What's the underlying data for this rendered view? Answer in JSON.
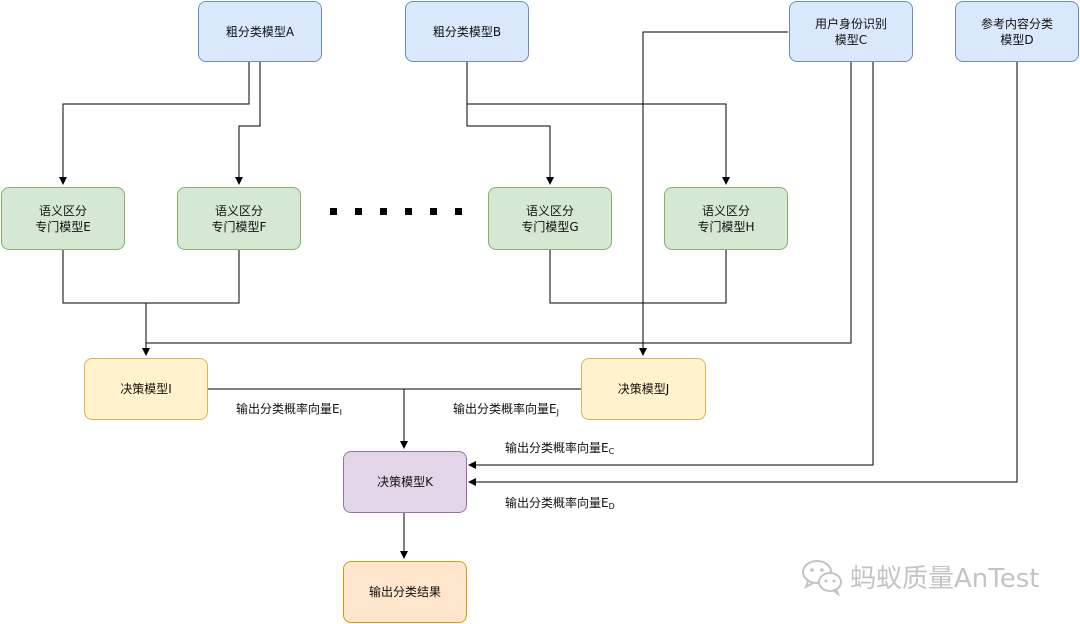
{
  "nodes": {
    "model_a": "粗分类模型A",
    "model_b": "粗分类模型B",
    "model_c_line1": "用户身份识别",
    "model_c_line2": "模型C",
    "model_d_line1": "参考内容分类",
    "model_d_line2": "模型D",
    "model_e_line1": "语义区分",
    "model_e_line2": "专门模型E",
    "model_f_line1": "语义区分",
    "model_f_line2": "专门模型F",
    "model_g_line1": "语义区分",
    "model_g_line2": "专门模型G",
    "model_h_line1": "语义区分",
    "model_h_line2": "专门模型H",
    "model_i": "决策模型I",
    "model_j": "决策模型J",
    "model_k": "决策模型K",
    "result": "输出分类结果"
  },
  "edge_labels": {
    "ei_text": "输出分类概率向量E",
    "ei_sub": "I",
    "ej_text": "输出分类概率向量E",
    "ej_sub": "J",
    "ec_text": "输出分类概率向量E",
    "ec_sub": "C",
    "ed_text": "输出分类概率向量E",
    "ed_sub": "D"
  },
  "watermark": {
    "text": "蚂蚁质量AnTest",
    "icon": "wechat-icon"
  },
  "colors": {
    "blue_fill": "#dae8fc",
    "green_fill": "#d5e8d4",
    "yellow_fill": "#fff2cc",
    "purple_fill": "#e1d5e7",
    "orange_fill": "#ffe6cc"
  }
}
